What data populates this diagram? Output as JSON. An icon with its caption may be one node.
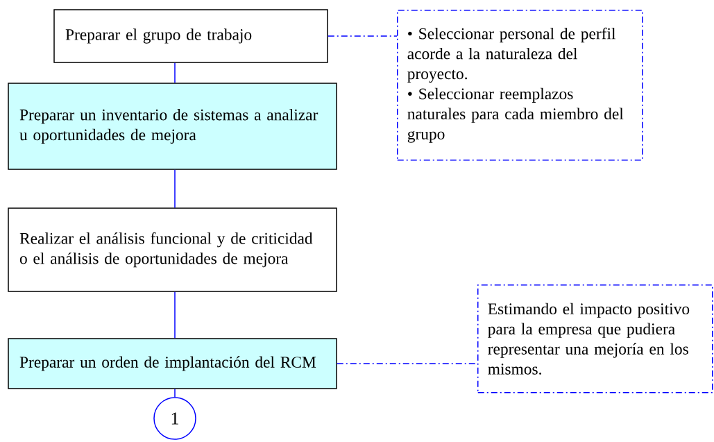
{
  "diagram": {
    "nodes": [
      {
        "text": [
          "Preparar el grupo de trabajo"
        ]
      },
      {
        "text": [
          "Preparar un inventario de sistemas a analizar u oportunidades de mejora"
        ]
      },
      {
        "text": [
          "Realizar el análisis funcional y de criticidad o el análisis de oportunidades de mejora"
        ]
      },
      {
        "text": [
          "Preparar un orden de implantación del RCM"
        ]
      },
      {
        "text": [
          "1"
        ]
      },
      {
        "text": [
          "• Seleccionar personal de perfil acorde a la naturaleza del proyecto.",
          "• Seleccionar reemplazos naturales para cada miembro del grupo"
        ]
      },
      {
        "text": [
          "Estimando el impacto positivo para la empresa que pudiera representar una mejoría en los mismos."
        ]
      }
    ],
    "edges": [
      {
        "from": 0,
        "to": 1,
        "arrow": "none"
      },
      {
        "from": 1,
        "to": 2,
        "arrow": "none"
      },
      {
        "from": 2,
        "to": 3,
        "arrow": "none"
      },
      {
        "from": 3,
        "to": 4,
        "arrow": "none"
      },
      {
        "from": 0,
        "to": 5,
        "arrow": "none",
        "style": "dashed"
      },
      {
        "from": 3,
        "to": 6,
        "arrow": "none",
        "style": "dashed"
      }
    ]
  }
}
